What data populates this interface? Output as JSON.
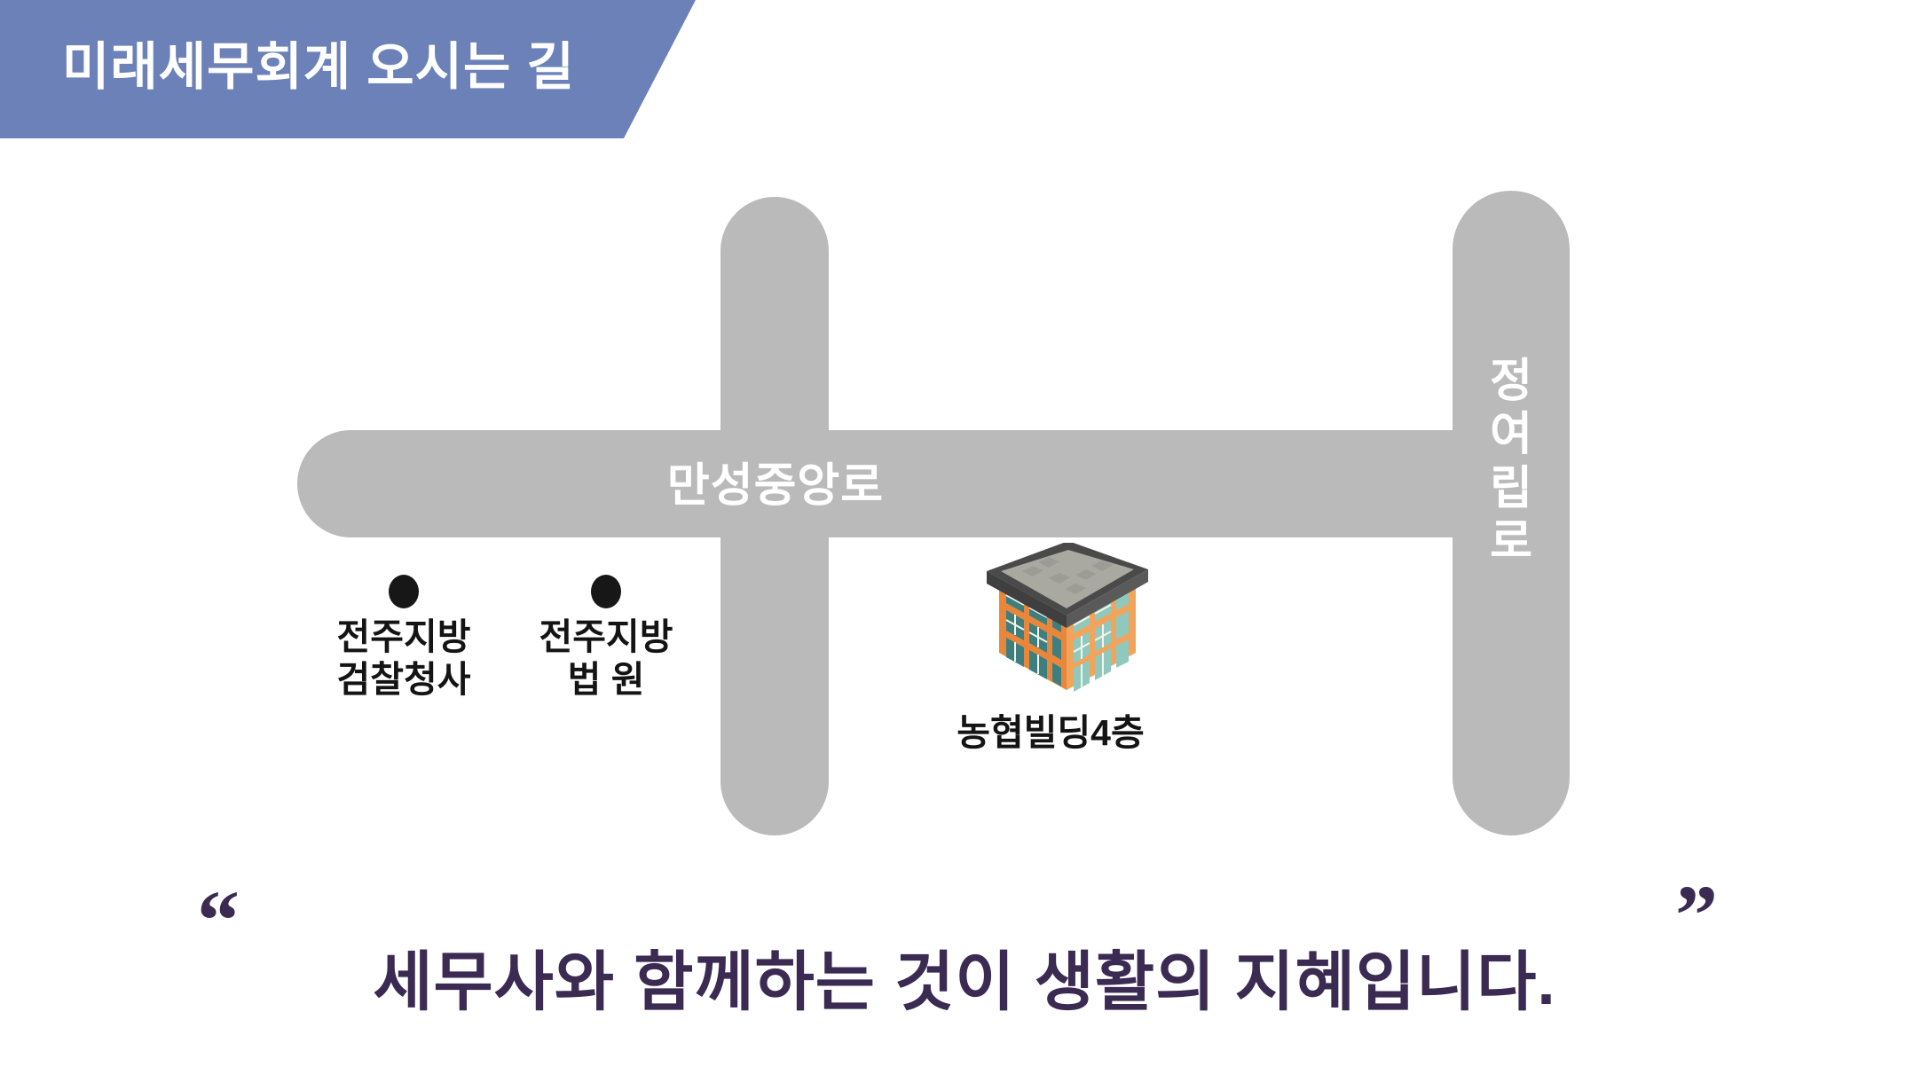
{
  "header": {
    "title": "미래세무회계 오시는 길",
    "background_color": "#6B81B8",
    "text_color": "#FFFFFF"
  },
  "map": {
    "road_color": "#BABABA",
    "roads": [
      {
        "name": "만성중앙로",
        "orientation": "horizontal",
        "label": "만성중앙로"
      },
      {
        "name": "정여립로",
        "orientation": "vertical",
        "label": "정여립로",
        "label_chars": [
          "정",
          "여",
          "립",
          "로"
        ]
      },
      {
        "name": "unnamed-center-road",
        "orientation": "vertical",
        "label": ""
      }
    ],
    "landmarks": [
      {
        "id": "jeonju-district-prosecutors-office",
        "marker": "dot",
        "label_lines": [
          "전주지방",
          "검찰청사"
        ]
      },
      {
        "id": "jeonju-district-court",
        "marker": "dot",
        "label_lines": [
          "전주지방",
          "법   원"
        ]
      },
      {
        "id": "nonghyup-building",
        "marker": "building",
        "label": "농협빌딩4층",
        "building_colors": {
          "frame_left": "#E8873C",
          "frame_right": "#F2A45C",
          "window_left": "#3D7F7F",
          "window_right": "#8FC9BD",
          "roof_edge": "#4A4A4A",
          "roof_top": "#A9A9A1"
        }
      }
    ]
  },
  "tagline": {
    "quote_open": "“",
    "quote_close": "”",
    "text": "세무사와 함께하는 것이 생활의 지혜입니다.",
    "color": "#3B2A52"
  }
}
